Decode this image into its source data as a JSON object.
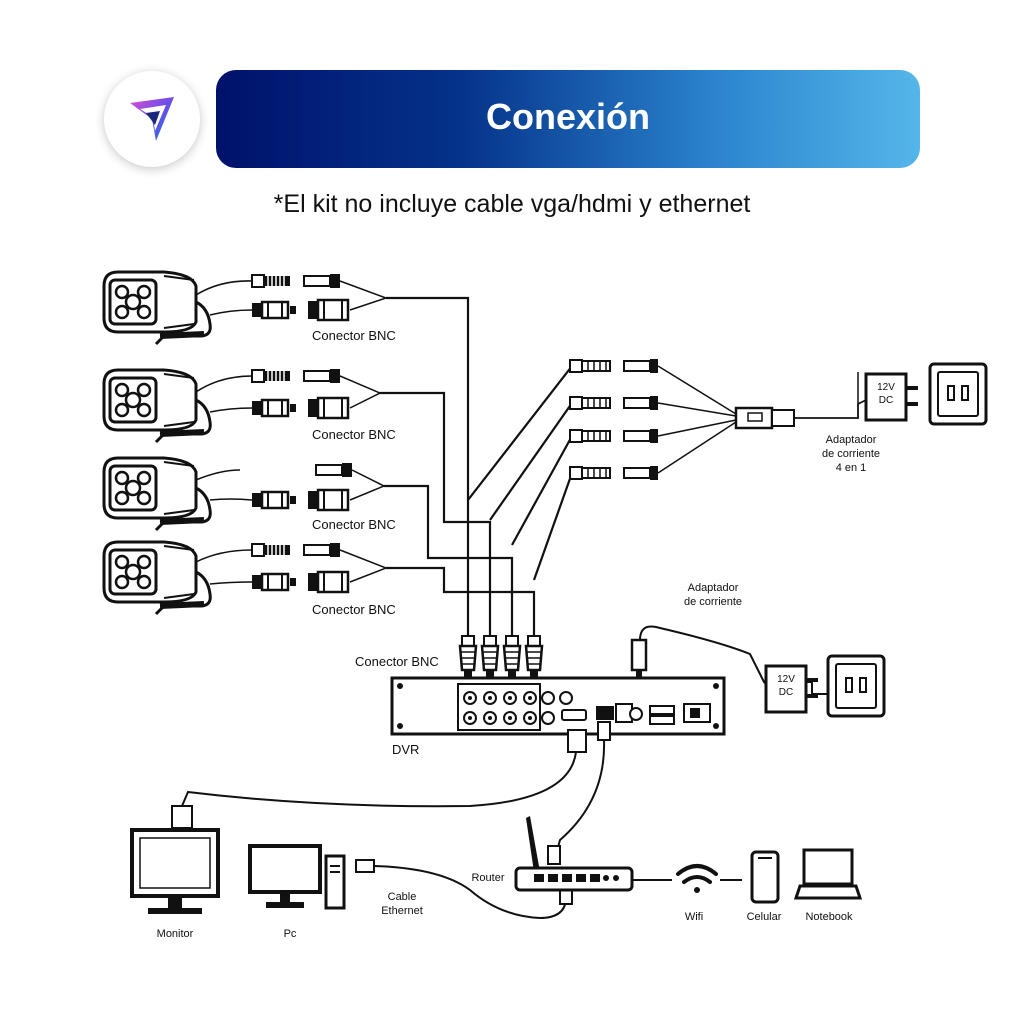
{
  "header": {
    "logo_icon": "brand-arrow-logo-icon",
    "title": "Conexión",
    "title_gradient": [
      "#00116b",
      "#55b6ea"
    ]
  },
  "subtitle": "*El kit no incluye cable vga/hdmi y ethernet",
  "labels": {
    "bnc_1": "Conector BNC",
    "bnc_2": "Conector BNC",
    "bnc_3": "Conector BNC",
    "bnc_4": "Conector BNC",
    "bnc_dvr": "Conector BNC",
    "adapter_4in1_line1": "Adaptador",
    "adapter_4in1_line2": "de corriente",
    "adapter_4in1_line3": "4 en 1",
    "adapter_dvr_line1": "Adaptador",
    "adapter_dvr_line2": "de corriente",
    "psu_volt": "12V",
    "psu_dc": "DC",
    "dvr": "DVR",
    "router": "Router",
    "cable_line1": "Cable",
    "cable_line2": "Ethernet",
    "monitor": "Monitor",
    "pc": "Pc",
    "wifi": "Wifi",
    "celular": "Celular",
    "notebook": "Notebook"
  }
}
